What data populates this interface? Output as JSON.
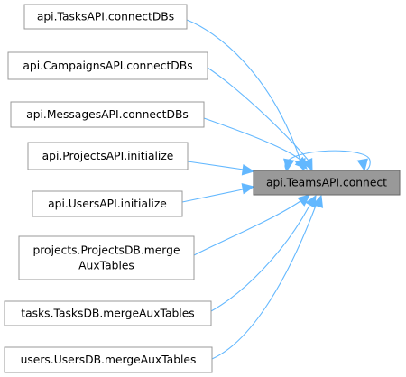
{
  "graph": {
    "target": {
      "lines": [
        "api.TeamsAPI.connect"
      ]
    },
    "callers": [
      {
        "lines": [
          "api.TasksAPI.connectDBs"
        ]
      },
      {
        "lines": [
          "api.CampaignsAPI.connectDBs"
        ]
      },
      {
        "lines": [
          "api.MessagesAPI.connectDBs"
        ]
      },
      {
        "lines": [
          "api.ProjectsAPI.initialize"
        ]
      },
      {
        "lines": [
          "api.UsersAPI.initialize"
        ]
      },
      {
        "lines": [
          "projects.ProjectsDB.merge",
          "AuxTables"
        ]
      },
      {
        "lines": [
          "tasks.TasksDB.mergeAuxTables"
        ]
      },
      {
        "lines": [
          "users.UsersDB.mergeAuxTables"
        ]
      }
    ],
    "self_call": true
  },
  "colors": {
    "edge": "#63b8ff",
    "node_border": "#999999",
    "focus_fill": "#999999"
  }
}
